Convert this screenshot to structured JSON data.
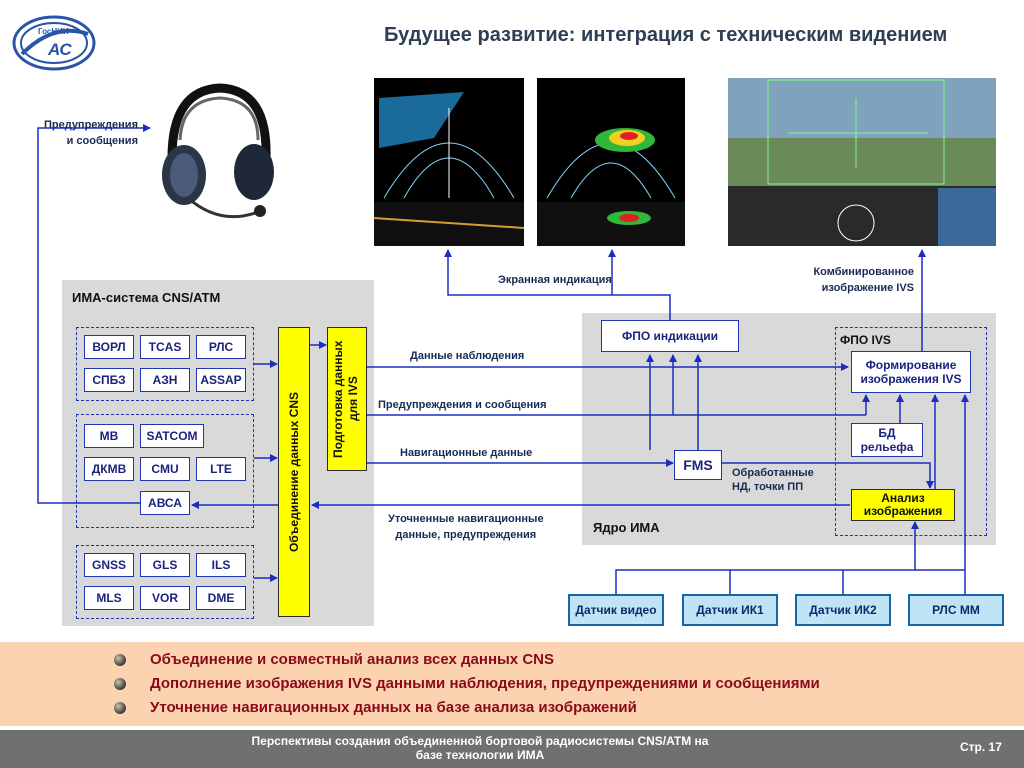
{
  "title": "Будущее развитие: интеграция с техническим видением",
  "logo": {
    "text_top": "ГосНИИ",
    "text_bottom": "АС"
  },
  "headset_label": [
    "Предупреждения",
    "и сообщения"
  ],
  "ima_system": {
    "title": "ИМА-система CNS/ATM",
    "group1": [
      "ВОРЛ",
      "TCAS",
      "РЛС",
      "СПБЗ",
      "АЗН",
      "ASSAP"
    ],
    "group2": [
      "МВ",
      "SATCOM",
      "ДКМВ",
      "CMU",
      "LTE",
      "АВСА"
    ],
    "group3": [
      "GNSS",
      "GLS",
      "ILS",
      "MLS",
      "VOR",
      "DME"
    ],
    "merge": "Объединение данных CNS",
    "prep": "Подготовка данных для IVS"
  },
  "flows": {
    "obs": "Данные наблюдения",
    "warn": "Предупреждения и сообщения",
    "nav": "Навигационные данные",
    "refined": [
      "Уточненные навигационные",
      "данные, предупреждения"
    ],
    "screen": "Экранная индикация",
    "combined": [
      "Комбинированное",
      "изображение IVS"
    ],
    "processed": [
      "Обработанные",
      "НД, точки ПП"
    ]
  },
  "core": {
    "title": "Ядро ИМА",
    "fpo_ind": "ФПО индикации",
    "fpo_ivs": "ФПО IVS",
    "form": [
      "Формирование",
      "изображения IVS"
    ],
    "bd": [
      "БД",
      "рельефа"
    ],
    "fms": "FMS",
    "analysis": [
      "Анализ",
      "изображения"
    ]
  },
  "sensors": [
    "Датчик видео",
    "Датчик ИК1",
    "Датчик ИК2",
    "РЛС ММ"
  ],
  "bullets": [
    "Объединение и совместный анализ всех данных CNS",
    "Дополнение изображения IVS данными наблюдения, предупреждениями и сообщениями",
    "Уточнение навигационных данных на базе анализа изображений"
  ],
  "footer": {
    "line1": "Перспективы создания объединенной бортовой радиосистемы CNS/ATM на",
    "line2": "базе технологии ИМА",
    "page": "Стр. 17"
  },
  "colors": {
    "arrow": "#1a2ec0",
    "highlight": "#ffff00",
    "sensor_fill": "#bfe4f6",
    "bullet_band": "#fbd3b0",
    "bullet_text": "#8a0a1a"
  }
}
